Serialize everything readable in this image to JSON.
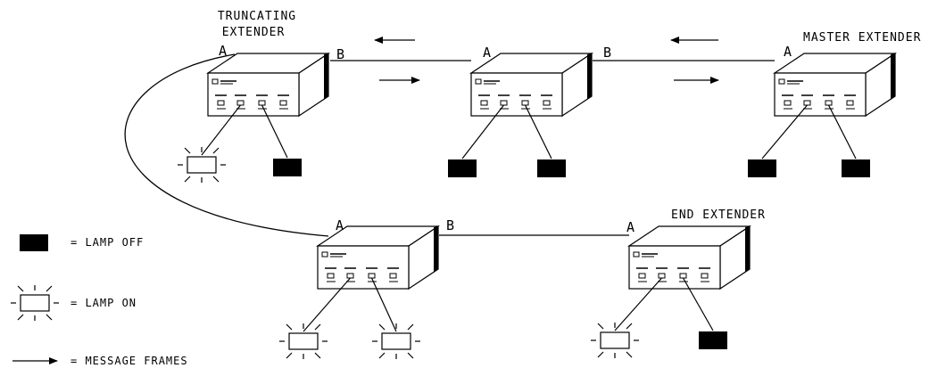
{
  "labels": {
    "truncating_line1": "TRUNCATING",
    "truncating_line2": "EXTENDER",
    "master": "MASTER EXTENDER",
    "end": "END EXTENDER"
  },
  "ports": {
    "a": "A",
    "b": "B"
  },
  "legend": {
    "lamp_off": "= LAMP OFF",
    "lamp_on": "= LAMP ON",
    "message_frames": "= MESSAGE FRAMES"
  },
  "colors": {
    "ink": "#000000",
    "background": "#ffffff"
  },
  "lamp_states": {
    "truncating_extender": [
      "on",
      "off"
    ],
    "middle_extender": [
      "off",
      "off"
    ],
    "master_extender": [
      "off",
      "off"
    ],
    "lower_extender": [
      "on",
      "on"
    ],
    "end_extender": [
      "on",
      "off"
    ]
  }
}
